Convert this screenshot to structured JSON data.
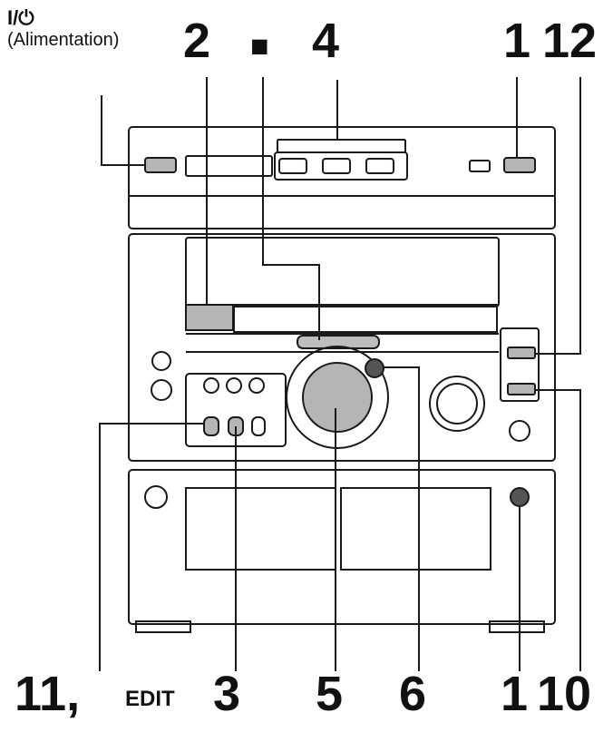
{
  "labels": {
    "power_symbol": "I/⏻",
    "power_text": "(Alimentation)",
    "top_2": "2",
    "top_stop": "■",
    "top_4": "4",
    "top_1": "1",
    "top_12": "12",
    "bottom_11": "11,",
    "bottom_edit": "EDIT",
    "bottom_3": "3",
    "bottom_5": "5",
    "bottom_6": "6",
    "bottom_1": "1",
    "bottom_10": "10"
  }
}
